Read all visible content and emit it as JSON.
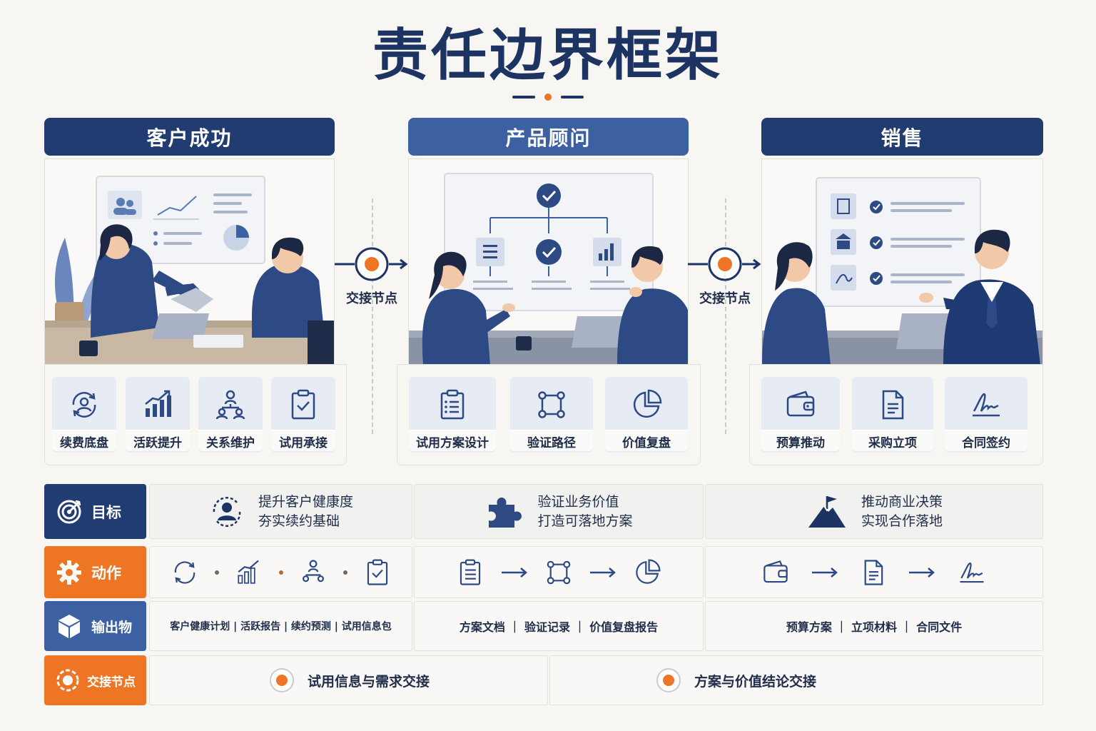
{
  "title": "责任边界框架",
  "colors": {
    "navy": "#213c70",
    "blue": "#3c60a1",
    "orange": "#ee7524",
    "light": "#e7ebf3"
  },
  "columns": [
    {
      "heading": "客户成功",
      "tasks": [
        {
          "label": "续费底盘",
          "icon": "renewal-user-icon"
        },
        {
          "label": "活跃提升",
          "icon": "bar-growth-icon"
        },
        {
          "label": "关系维护",
          "icon": "org-network-icon"
        },
        {
          "label": "试用承接",
          "icon": "clipboard-check-icon"
        }
      ]
    },
    {
      "heading": "产品顾问",
      "tasks": [
        {
          "label": "试用方案设计",
          "icon": "clipboard-list-icon"
        },
        {
          "label": "验证路径",
          "icon": "path-nodes-icon"
        },
        {
          "label": "价值复盘",
          "icon": "pie-chart-icon"
        }
      ]
    },
    {
      "heading": "销售",
      "tasks": [
        {
          "label": "预算推动",
          "icon": "wallet-icon"
        },
        {
          "label": "采购立项",
          "icon": "document-icon"
        },
        {
          "label": "合同签约",
          "icon": "signature-icon"
        }
      ]
    }
  ],
  "handoff_label": "交接节点",
  "rows": {
    "goal": {
      "label": "目标",
      "cells": [
        {
          "line1": "提升客户健康度",
          "line2": "夯实续约基础",
          "icon": "user-cycle-icon"
        },
        {
          "line1": "验证业务价值",
          "line2": "打造可落地方案",
          "icon": "puzzle-icon"
        },
        {
          "line1": "推动商业决策",
          "line2": "实现合作落地",
          "icon": "mountain-flag-icon"
        }
      ]
    },
    "action": {
      "label": "动作"
    },
    "output": {
      "label": "输出物",
      "cells": [
        {
          "text": "客户健康计划 | 活跃报告 | 续约预测 | 试用信息包"
        },
        {
          "text": "方案文档 ｜ 验证记录 ｜ 价值复盘报告"
        },
        {
          "text": "预算方案 ｜ 立项材料 ｜ 合同文件"
        }
      ]
    },
    "handoff": {
      "label": "交接节点",
      "cells": [
        {
          "text": "试用信息与需求交接"
        },
        {
          "text": "方案与价值结论交接"
        }
      ]
    }
  }
}
